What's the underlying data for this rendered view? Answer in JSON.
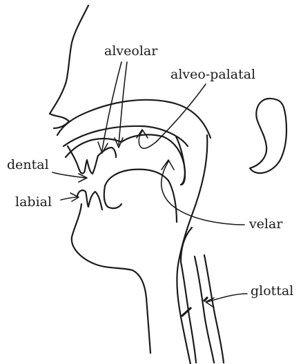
{
  "labels": {
    "alveolar": "alveolar",
    "alveo_palatal": "alveo-palatal",
    "dental": "dental",
    "labial": "labial",
    "velar": "velar",
    "glottal": "glottal"
  }
}
